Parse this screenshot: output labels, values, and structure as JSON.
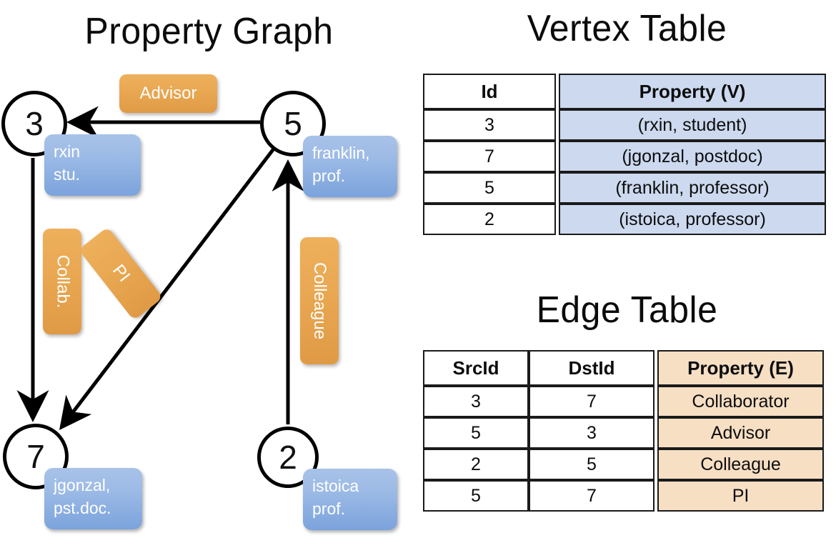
{
  "titles": {
    "property_graph": "Property Graph",
    "vertex_table": "Vertex Table",
    "edge_table": "Edge Table"
  },
  "graph": {
    "vertices": [
      {
        "id": "3",
        "property_label": "rxin\nstu."
      },
      {
        "id": "5",
        "property_label": "franklin,\nprof."
      },
      {
        "id": "7",
        "property_label": "jgonzal,\npst.doc."
      },
      {
        "id": "2",
        "property_label": "istoica\nprof."
      }
    ],
    "edge_labels": {
      "advisor": "Advisor",
      "collab": "Collab.",
      "pi": "PI",
      "colleague": "Colleague"
    },
    "colors": {
      "vertex_chip": "#9dbbe6",
      "edge_chip": "#e9a752",
      "stroke": "#000000"
    }
  },
  "vertex_table": {
    "headers": [
      "Id",
      "Property (V)"
    ],
    "rows": [
      {
        "id": "3",
        "property": "(rxin, student)"
      },
      {
        "id": "7",
        "property": "(jgonzal, postdoc)"
      },
      {
        "id": "5",
        "property": "(franklin, professor)"
      },
      {
        "id": "2",
        "property": "(istoica, professor)"
      }
    ],
    "property_column_color": "#ccd9ef"
  },
  "edge_table": {
    "headers": [
      "SrcId",
      "DstId",
      "Property (E)"
    ],
    "rows": [
      {
        "src": "3",
        "dst": "7",
        "property": "Collaborator"
      },
      {
        "src": "5",
        "dst": "3",
        "property": "Advisor"
      },
      {
        "src": "2",
        "dst": "5",
        "property": "Colleague"
      },
      {
        "src": "5",
        "dst": "7",
        "property": "PI"
      }
    ],
    "property_column_color": "#f7dfc4"
  }
}
